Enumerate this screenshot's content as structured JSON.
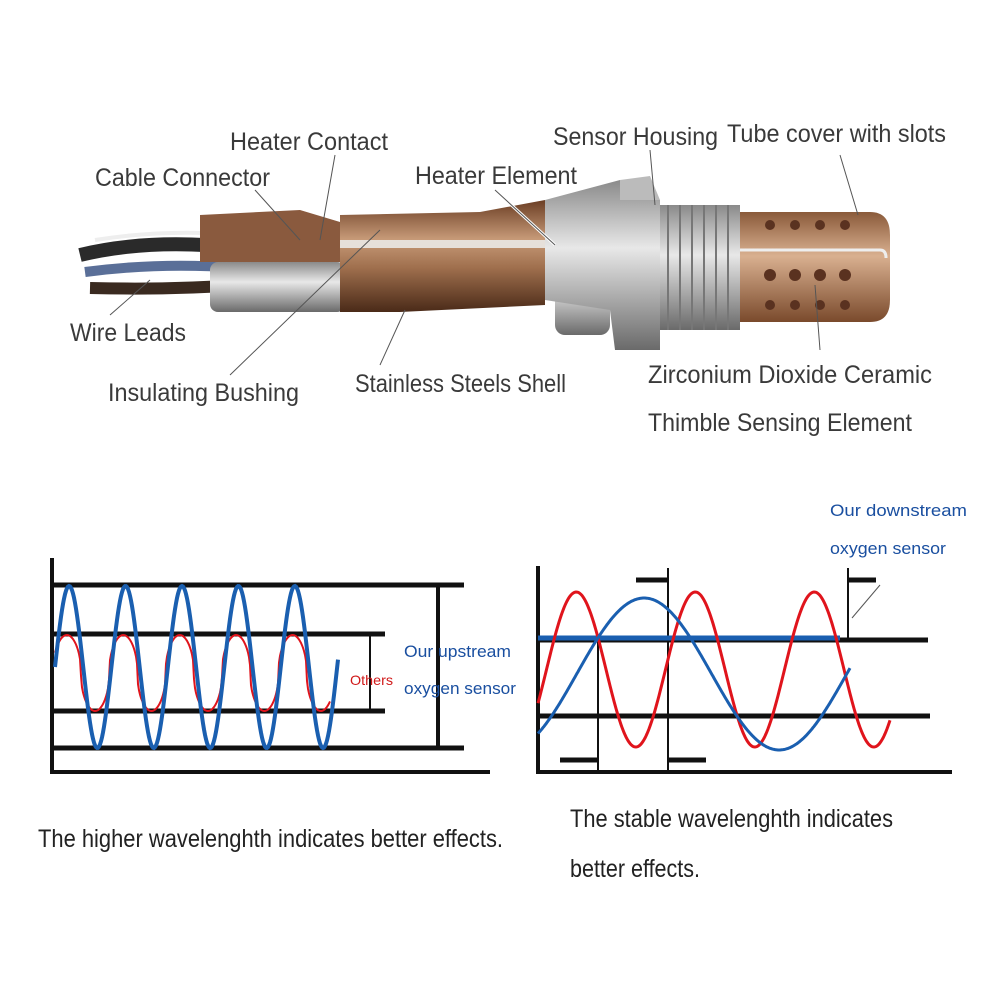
{
  "diagram": {
    "labels": {
      "heater_contact": "Heater Contact",
      "cable_connector": "Cable Connector",
      "heater_element": "Heater Element",
      "sensor_housing": "Sensor Housing",
      "tube_cover": "Tube cover with slots",
      "wire_leads": "Wire Leads",
      "insulating_bushing": "Insulating Bushing",
      "stainless_shell": "Stainless Steels Shell",
      "zirconium_line1": "Zirconium Dioxide Ceramic",
      "zirconium_line2": "Thimble Sensing Element"
    }
  },
  "charts": {
    "upstream": {
      "others_label": "Others",
      "ours_line1": "Our upstream",
      "ours_line2": "oxygen sensor",
      "caption": "The higher wavelenghth indicates better effects.",
      "ours_cycles": 5,
      "others_cycles": 5
    },
    "downstream": {
      "ours_line1": "Our downstream",
      "ours_line2": "oxygen sensor",
      "caption_line1": "The stable wavelenghth indicates",
      "caption_line2": "better effects."
    },
    "colors": {
      "ours": "#1a5fb0",
      "others": "#e0141c"
    }
  }
}
